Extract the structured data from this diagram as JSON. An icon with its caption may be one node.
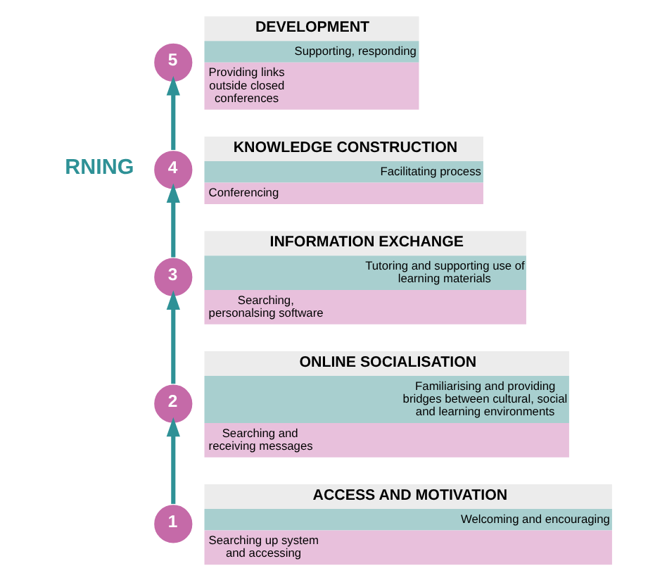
{
  "diagram": {
    "nodes": [
      {
        "text": [
          "5"
        ]
      },
      {
        "text": [
          "DEVELOPMENT",
          "Supporting, responding",
          "Providing links outside closed conferences"
        ]
      },
      {
        "text": [
          "4"
        ]
      },
      {
        "text": [
          "KNOWLEDGE CONSTRUCTION",
          "Facilitating process",
          "Conferencing"
        ]
      },
      {
        "text": [
          "3"
        ]
      },
      {
        "text": [
          "INFORMATION EXCHANGE",
          "Tutoring and supporting use of learning materials",
          "Searching, personalsing software"
        ]
      },
      {
        "text": [
          "2"
        ]
      },
      {
        "text": [
          "ONLINE SOCIALISATION",
          "Familiarising and providing bridges between cultural, social and learning environments",
          "Searching and receiving messages"
        ]
      },
      {
        "text": [
          "1"
        ]
      },
      {
        "text": [
          "ACCESS AND MOTIVATION",
          "Welcoming and encouraging",
          "Searching up system and accessing"
        ]
      }
    ],
    "edges": [
      {
        "from": 8,
        "to": 6,
        "arrow": "to"
      },
      {
        "from": 6,
        "to": 4,
        "arrow": "to"
      },
      {
        "from": 4,
        "to": 2,
        "arrow": "to"
      },
      {
        "from": 2,
        "to": 0,
        "arrow": "to"
      }
    ],
    "labels": [
      "RNING"
    ]
  }
}
